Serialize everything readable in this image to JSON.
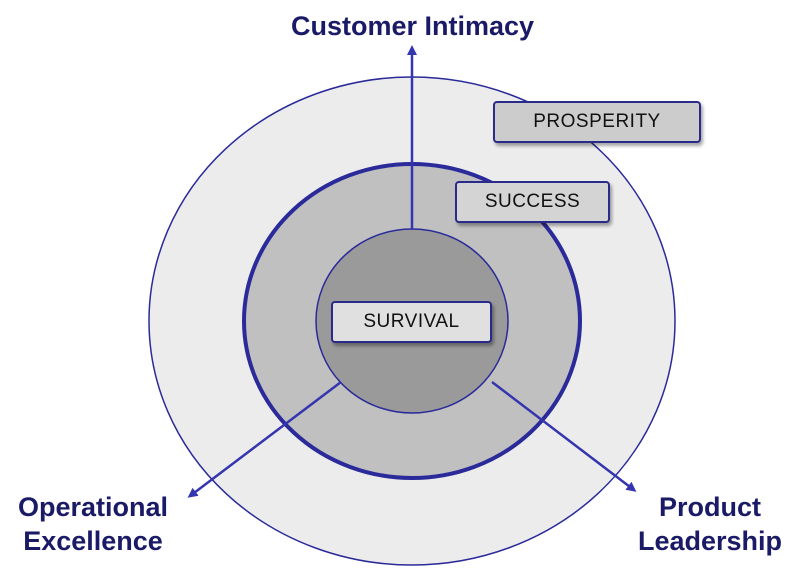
{
  "axes": {
    "top": "Customer Intimacy",
    "left": [
      "Operational",
      "Excellence"
    ],
    "right": [
      "Product",
      "Leadership"
    ]
  },
  "rings": {
    "outer": "PROSPERITY",
    "middle": "SUCCESS",
    "inner": "SURVIVAL"
  },
  "colors": {
    "outer_fill": "#ececec",
    "middle_fill": "#c0c0c0",
    "inner_fill": "#9a9a9a",
    "outline": "#2a2a9a",
    "arrow": "#3535b0",
    "label_text": "#1a1a66",
    "box_fill": "#cfcfcf"
  }
}
